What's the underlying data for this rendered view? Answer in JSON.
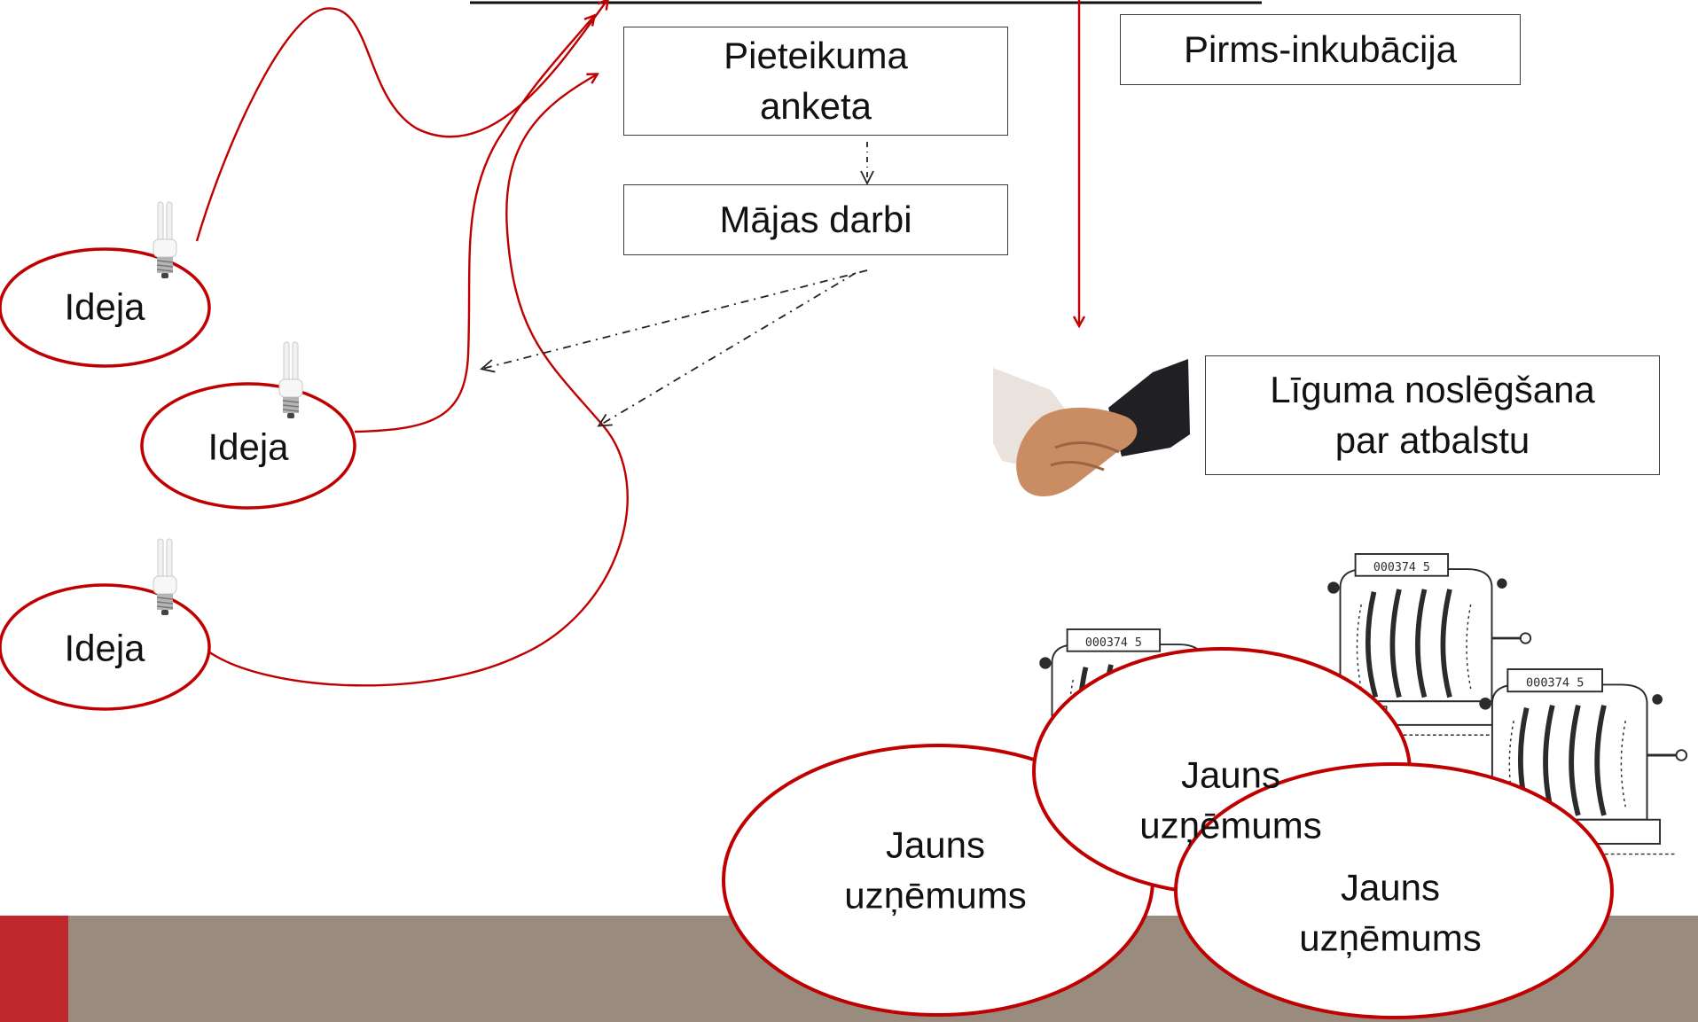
{
  "colors": {
    "accent_red": "#c00000",
    "footer_taupe": "#9a8b7f",
    "footer_red": "#c0272d"
  },
  "boxes": {
    "application_form": "Pieteikuma\nanketa",
    "homework": "Mājas darbi",
    "pre_incubation": "Pirms-inkubācija",
    "agreement": "Līguma noslēgšana\npar atbalstu"
  },
  "ideas": [
    "Ideja",
    "Ideja",
    "Ideja"
  ],
  "companies": [
    "Jauns\nuzņēmums",
    "Jauns\nuzņēmums",
    "Jauns\nuzņēmums"
  ],
  "icons": {
    "idea": "light-bulb-icon",
    "agreement": "handshake-icon",
    "company": "cash-register-icon"
  }
}
